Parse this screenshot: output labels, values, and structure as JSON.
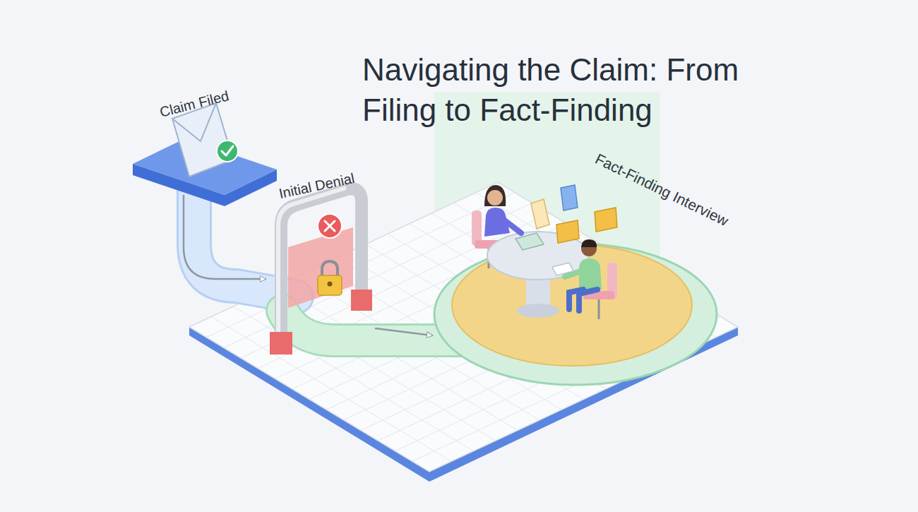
{
  "diagram": {
    "title": "Navigating the Claim: From Filing to Fact-Finding",
    "nodes": [
      {
        "text": [
          "Claim Filed"
        ]
      },
      {
        "text": [
          "Initial Denial"
        ]
      },
      {
        "text": [
          "Fact-Finding Interview"
        ]
      }
    ],
    "edges": [
      {
        "from": 0,
        "to": 1,
        "arrow": "to"
      },
      {
        "from": 1,
        "to": 2,
        "arrow": "to"
      }
    ]
  }
}
